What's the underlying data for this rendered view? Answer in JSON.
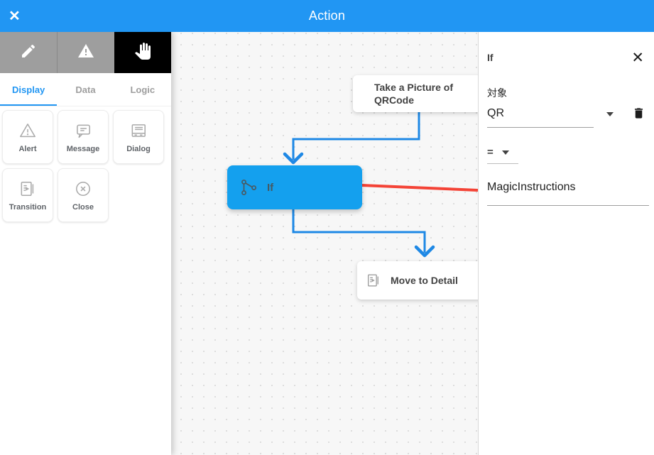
{
  "titlebar": {
    "title": "Action",
    "close_icon": "✕"
  },
  "sidebar": {
    "toolbar": [
      {
        "name": "edit-tool",
        "icon": "pencil-icon",
        "active": false
      },
      {
        "name": "alert-tool",
        "icon": "warning-triangle-icon",
        "active": false
      },
      {
        "name": "pan-tool",
        "icon": "hand-icon",
        "active": true
      }
    ],
    "tabs": [
      {
        "label": "Display",
        "active": true
      },
      {
        "label": "Data",
        "active": false
      },
      {
        "label": "Logic",
        "active": false
      }
    ],
    "palette": [
      {
        "label": "Alert",
        "icon": "alert-triangle-icon"
      },
      {
        "label": "Message",
        "icon": "message-bubble-icon"
      },
      {
        "label": "Dialog",
        "icon": "dialog-window-icon"
      },
      {
        "label": "Transition",
        "icon": "transition-page-icon"
      },
      {
        "label": "Close",
        "icon": "close-circle-icon"
      }
    ]
  },
  "canvas": {
    "nodes": [
      {
        "id": "take-picture",
        "label": "Take a Picture of QRCode",
        "kind": "action"
      },
      {
        "id": "if",
        "label": "If",
        "kind": "logic",
        "icon": "branch-icon",
        "color": "#14A0EE"
      },
      {
        "id": "move-to-detail",
        "label": "Move to Detail",
        "kind": "transition",
        "icon": "transition-page-icon"
      }
    ],
    "connections": [
      {
        "from": "take-picture",
        "to": "if",
        "color": "#1E88E5"
      },
      {
        "from": "if",
        "to": "move-to-detail",
        "color": "#1E88E5"
      },
      {
        "from": "if",
        "to": "off-canvas-right",
        "color": "#F44336"
      }
    ]
  },
  "panel": {
    "title": "If",
    "close_icon": "✕",
    "target_label": "対象",
    "target_value": "QR",
    "operator": "=",
    "value": "MagicInstructions"
  },
  "colors": {
    "accent": "#2196F3",
    "node_blue": "#14A0EE",
    "connector_blue": "#1E88E5",
    "connector_red": "#F44336",
    "toolbar_gray": "#9E9E9E",
    "active_tool_black": "#000000"
  }
}
